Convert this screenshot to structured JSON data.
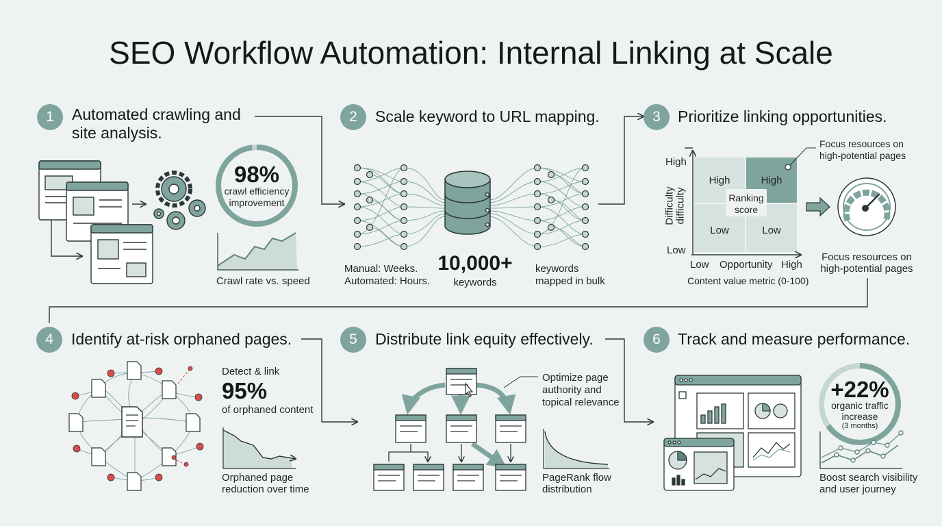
{
  "title": "SEO Workflow Automation: Internal Linking at Scale",
  "colors": {
    "accent": "#7fa49e",
    "accent_dark": "#5f847e",
    "line": "#2c3836",
    "light": "#d5e2df",
    "alert": "#d94c4c",
    "background": "#eef3f2"
  },
  "steps": [
    {
      "num": "1",
      "heading_line1": "Automated crawling and",
      "heading_line2": "site analysis.",
      "stat": "98%",
      "stat_line1": "crawl efficiency",
      "stat_line2": "improvement",
      "stat_percent": 98,
      "caption": "Crawl rate vs. speed"
    },
    {
      "num": "2",
      "heading": "Scale keyword to URL mapping.",
      "manual_line1": "Manual: Weeks.",
      "manual_line2": "Automated: Hours.",
      "stat": "10,000+",
      "stat_label": "keywords",
      "side_line1": "keywords",
      "side_line2": "mapped in bulk"
    },
    {
      "num": "3",
      "heading": "Prioritize linking opportunities.",
      "axis_y_top": "High",
      "axis_y_bottom": "Low",
      "axis_y_label1": "Difficulty",
      "axis_y_label2": "difficulty",
      "axis_x_left": "Low",
      "axis_x_mid": "Opportunity",
      "axis_x_right": "High",
      "axis_x_label": "Content value metric (0-100)",
      "q_tl": "High",
      "q_tr": "High",
      "q_bl": "Low",
      "q_br": "Low",
      "center_line1": "Ranking",
      "center_line2": "score",
      "callout_line1": "Focus resources on",
      "callout_line2": "high-potential pages",
      "caption_line1": "Focus resources on",
      "caption_line2": "high-potential pages"
    },
    {
      "num": "4",
      "heading": "Identify at-risk orphaned pages.",
      "detect": "Detect & link",
      "stat": "95%",
      "stat_label": "of orphaned content",
      "caption_line1": "Orphaned page",
      "caption_line2": "reduction over time"
    },
    {
      "num": "5",
      "heading": "Distribute link equity effectively.",
      "callout_line1": "Optimize page",
      "callout_line2": "authority and",
      "callout_line3": "topical relevance",
      "caption_line1": "PageRank flow",
      "caption_line2": "distribution"
    },
    {
      "num": "6",
      "heading": "Track and measure performance.",
      "stat": "+22%",
      "stat_line1": "organic traffic",
      "stat_line2": "increase",
      "stat_note": "(3 months)",
      "caption_line1": "Boost search visibility",
      "caption_line2": "and user journey"
    }
  ]
}
